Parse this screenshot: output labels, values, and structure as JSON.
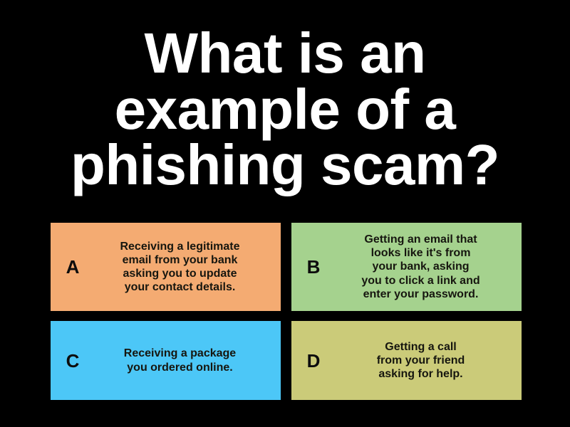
{
  "slide": {
    "background_color": "#000000",
    "question": "What is an example of a phishing scam?",
    "question_color": "#ffffff"
  },
  "answers": [
    {
      "letter": "A",
      "text": "Receiving a legitimate\nemail from your bank\nasking you to update\nyour contact details.",
      "color": "#f4ab72"
    },
    {
      "letter": "B",
      "text": "Getting an email that\nlooks like it's from\nyour bank, asking\nyou to click a link and\nenter your password.",
      "color": "#a5d28e"
    },
    {
      "letter": "C",
      "text": "Receiving a package\nyou ordered online.",
      "color": "#4cc7f7"
    },
    {
      "letter": "D",
      "text": "Getting a call\nfrom your friend\nasking for help.",
      "color": "#cbcb79"
    }
  ]
}
